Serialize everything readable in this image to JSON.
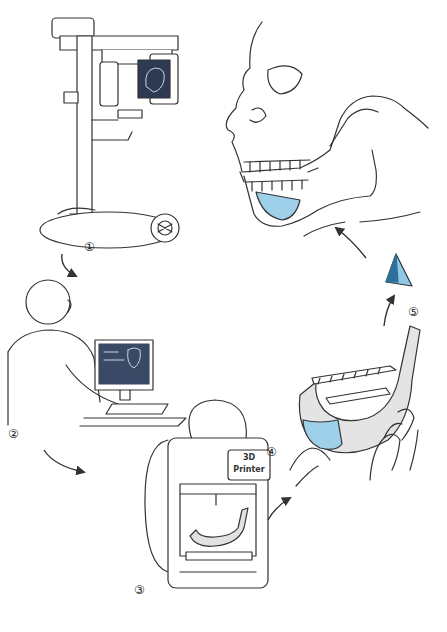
{
  "diagram": {
    "labels": [
      "①",
      "②",
      "③",
      "④",
      "⑤",
      "3D",
      "Printer"
    ]
  }
}
